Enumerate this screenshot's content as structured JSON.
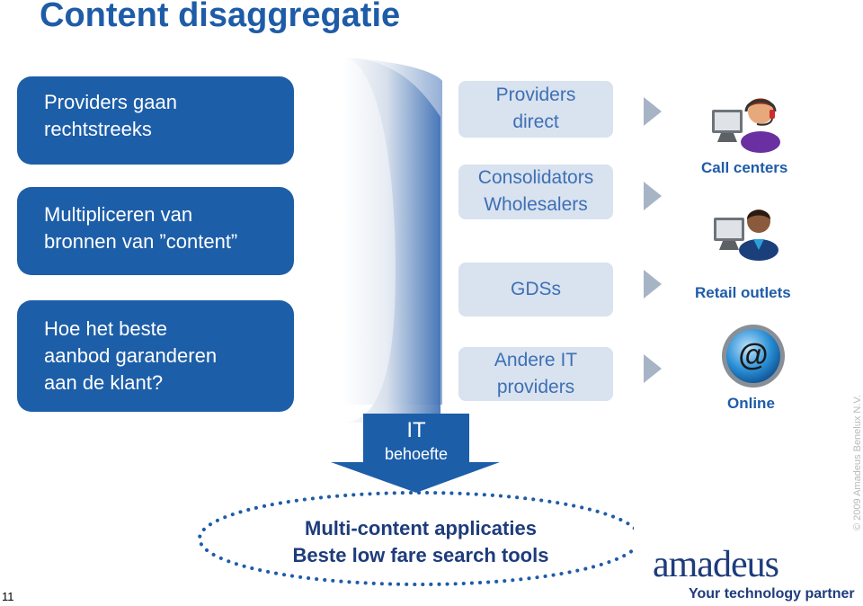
{
  "header": {
    "title": "Content disaggregatie"
  },
  "left_boxes": [
    {
      "lines": [
        "Providers gaan",
        "rechtstreeks"
      ]
    },
    {
      "lines": [
        "Multipliceren van",
        "bronnen van ”content”"
      ]
    },
    {
      "lines": [
        "Hoe het beste",
        "aanbod garanderen",
        "aan de klant?"
      ]
    }
  ],
  "middle_boxes": [
    {
      "lines": [
        "Providers",
        "direct"
      ]
    },
    {
      "lines": [
        "Consolidators",
        "Wholesalers"
      ]
    },
    {
      "lines": [
        "GDSs"
      ]
    },
    {
      "lines": [
        "Andere IT",
        "providers"
      ]
    }
  ],
  "channels": {
    "call_centers": {
      "label": "Call centers",
      "icon": "call-center-agent-icon"
    },
    "retail_outlets": {
      "label": "Retail outlets",
      "icon": "retail-agent-icon"
    },
    "online": {
      "label": "Online",
      "icon": "at-sign-icon"
    }
  },
  "it_arrow": {
    "title": "IT",
    "subtitle": "behoefte"
  },
  "ellipse": {
    "lines": [
      "Multi-content applicaties",
      "Beste low fare search tools"
    ]
  },
  "footer": {
    "page_number": "11",
    "copyright": "© 2009 Amadeus Benelux N.V.",
    "logo_name": "amadeus",
    "logo_tagline": "Your technology partner"
  },
  "colors": {
    "title": "#1e5ca8",
    "left_box": "#1d5ea8",
    "middle_box": "#d9e2ef",
    "middle_text": "#3d70b5",
    "arrow": "#1d5ea8",
    "ellipse": "#1e5ca8",
    "logo": "#1e3c7c"
  }
}
